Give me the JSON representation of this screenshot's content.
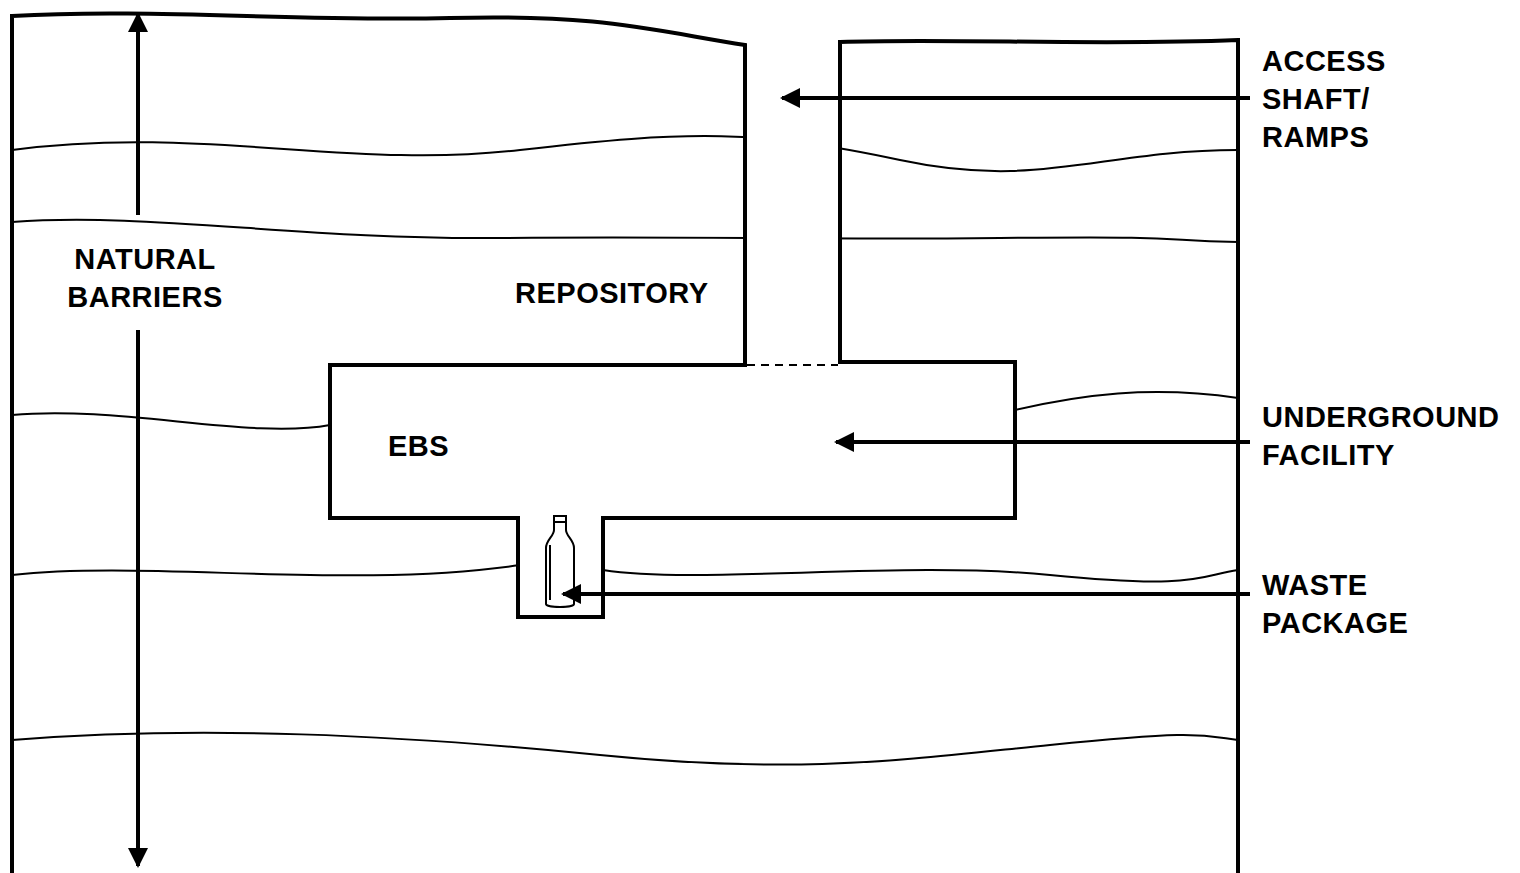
{
  "diagram": {
    "nodes": [
      {
        "text": [
          "REPOSITORY"
        ]
      },
      {
        "text": [
          "EBS"
        ],
        "in": 0
      }
    ],
    "labels": [
      "NATURAL BARRIERS",
      "ACCESS SHAFT/ RAMPS",
      "UNDERGROUND FACILITY",
      "WASTE PACKAGE"
    ]
  }
}
